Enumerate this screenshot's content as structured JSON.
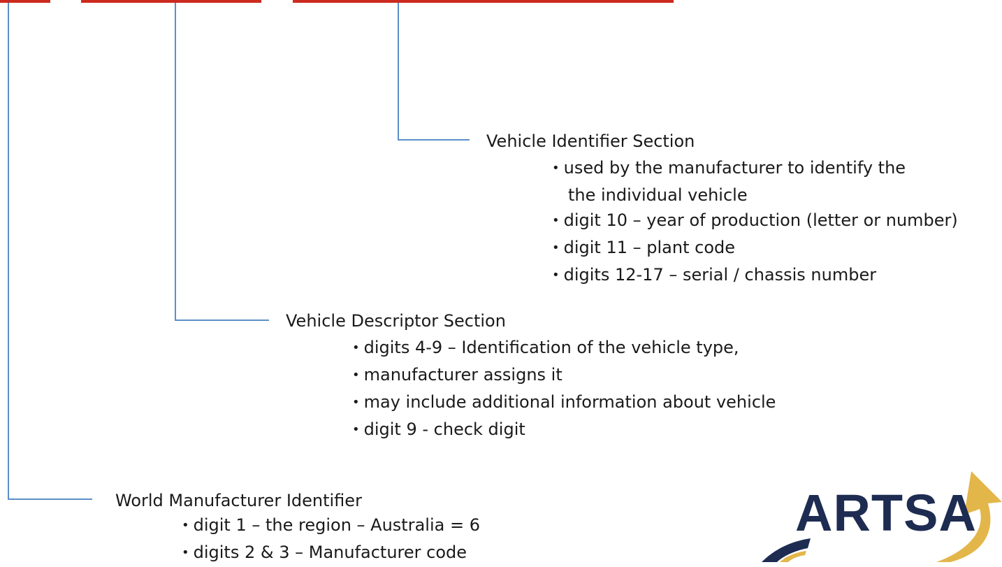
{
  "colors": {
    "red_bar": "#cc2a1e",
    "connector": "#5b8fc7",
    "logo_navy": "#1e2c52",
    "logo_gold": "#e3b64a"
  },
  "wmi": {
    "title": "World Manufacturer Identifier",
    "bullets": [
      "digit 1 – the region – Australia = 6",
      "digits 2 & 3 – Manufacturer code"
    ]
  },
  "vds": {
    "title": "Vehicle Descriptor Section",
    "bullets": [
      "digits 4-9  –  Identification of the vehicle type,",
      "manufacturer assigns it",
      "may include additional information about vehicle",
      "digit 9 - check digit"
    ]
  },
  "vis": {
    "title": "Vehicle Identifier Section",
    "bullet1_line1": "used by the manufacturer to identify the",
    "bullet1_line2": "the individual vehicle",
    "bullets": [
      "digit 10 – year of production (letter or number)",
      "digit 11 – plant code",
      "digits 12-17 – serial / chassis number"
    ]
  },
  "logo": {
    "text": "ARTSA",
    "icon": "curved-arrow-road-logo"
  }
}
